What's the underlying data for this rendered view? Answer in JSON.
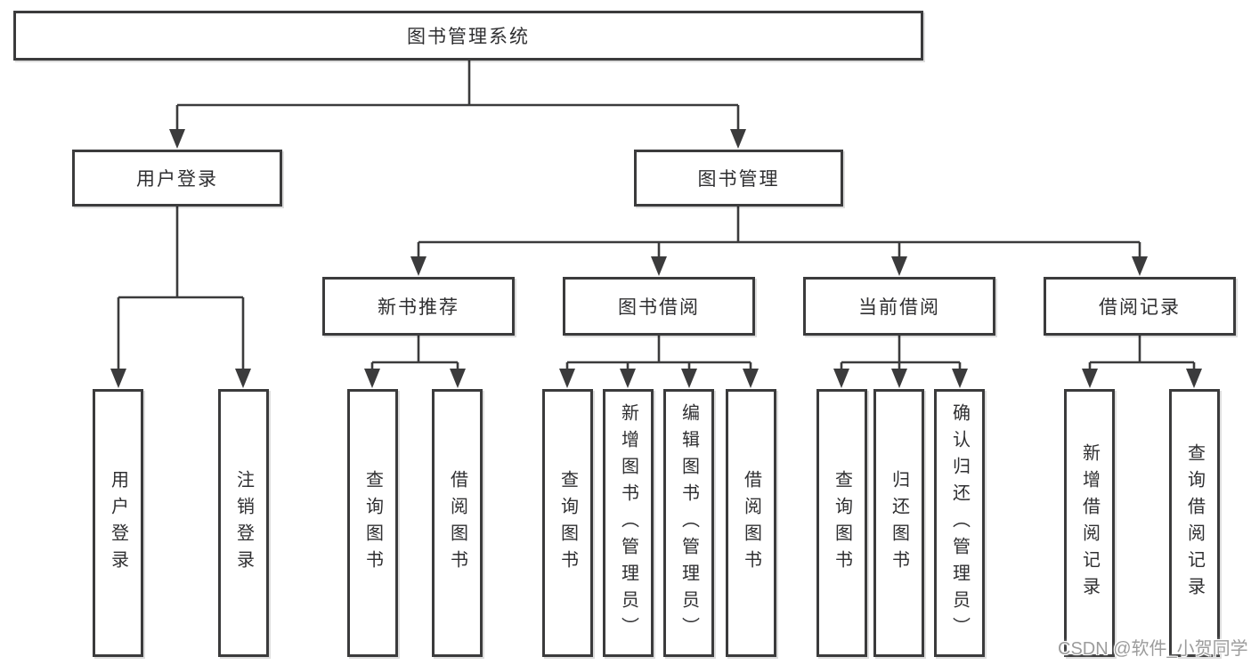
{
  "tree": {
    "label": "图书管理系统",
    "children": [
      {
        "label": "用户登录",
        "children": [
          {
            "label": "用户登录"
          },
          {
            "label": "注销登录"
          }
        ]
      },
      {
        "label": "图书管理",
        "children": [
          {
            "label": "新书推荐",
            "children": [
              {
                "label": "查询图书"
              },
              {
                "label": "借阅图书"
              }
            ]
          },
          {
            "label": "图书借阅",
            "children": [
              {
                "label": "查询图书"
              },
              {
                "label": "新增图书（管理员）"
              },
              {
                "label": "编辑图书（管理员）"
              },
              {
                "label": "借阅图书"
              }
            ]
          },
          {
            "label": "当前借阅",
            "children": [
              {
                "label": "查询图书"
              },
              {
                "label": "归还图书"
              },
              {
                "label": "确认归还（管理员）"
              }
            ]
          },
          {
            "label": "借阅记录",
            "children": [
              {
                "label": "新增借阅记录"
              },
              {
                "label": "查询借阅记录"
              }
            ]
          }
        ]
      }
    ]
  },
  "watermark": {
    "text": "CSDN @软件_小贺同学"
  },
  "colors": {
    "line": "#3b3b3c",
    "text": "#2f2f31",
    "boxbg": "#ffffff",
    "background": "#ffffff",
    "watermark": "#9c9c9c"
  }
}
